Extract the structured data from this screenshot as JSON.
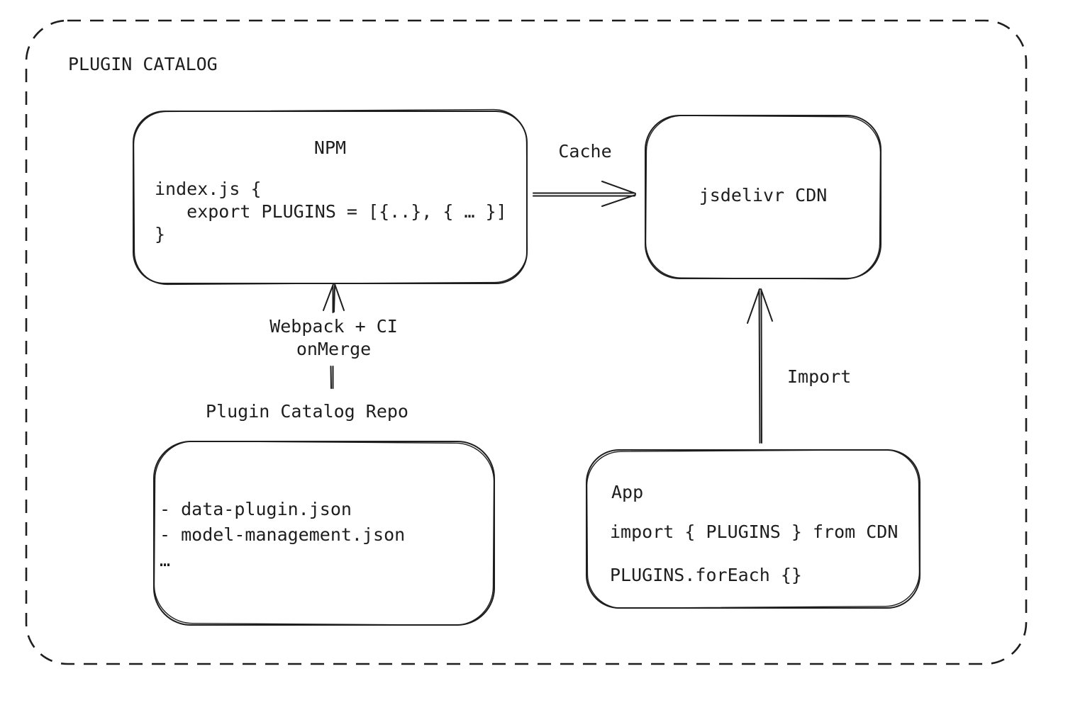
{
  "diagram_title": "PLUGIN CATALOG",
  "nodes": {
    "npm": {
      "name": "NPM",
      "code": "index.js {\n   export PLUGINS = [{..}, { … }]\n}"
    },
    "cdn": {
      "name": "jsdelivr CDN"
    },
    "repo": {
      "name": "Plugin Catalog Repo",
      "files": "- data-plugin.json\n- model-management.json\n…"
    },
    "app": {
      "name": "App",
      "import_line": "import { PLUGINS } from CDN",
      "foreach_line": "PLUGINS.forEach {}"
    }
  },
  "edges": {
    "npm_to_cdn": {
      "label": "Cache"
    },
    "repo_to_npm": {
      "label": "Webpack + CI\nonMerge"
    },
    "app_to_cdn": {
      "label": "Import"
    }
  },
  "colors": {
    "ink": "#1e1e1e",
    "background": "#ffffff"
  }
}
